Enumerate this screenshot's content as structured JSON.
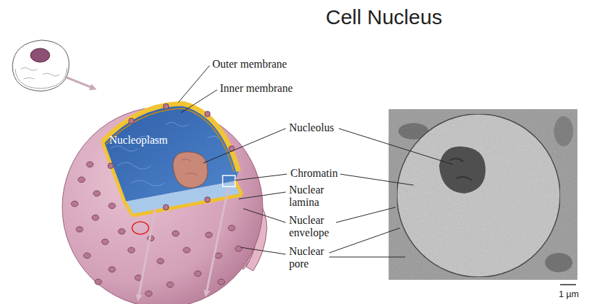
{
  "diagram": {
    "title": "Cell Nucleus",
    "labels": [
      "Outer membrane",
      "Inner membrane",
      "Nucleoplasm",
      "Nucleolus",
      "Chromatin",
      "Nuclear lamina",
      "Nuclear envelope",
      "Nuclear pore",
      "1 µm"
    ]
  }
}
